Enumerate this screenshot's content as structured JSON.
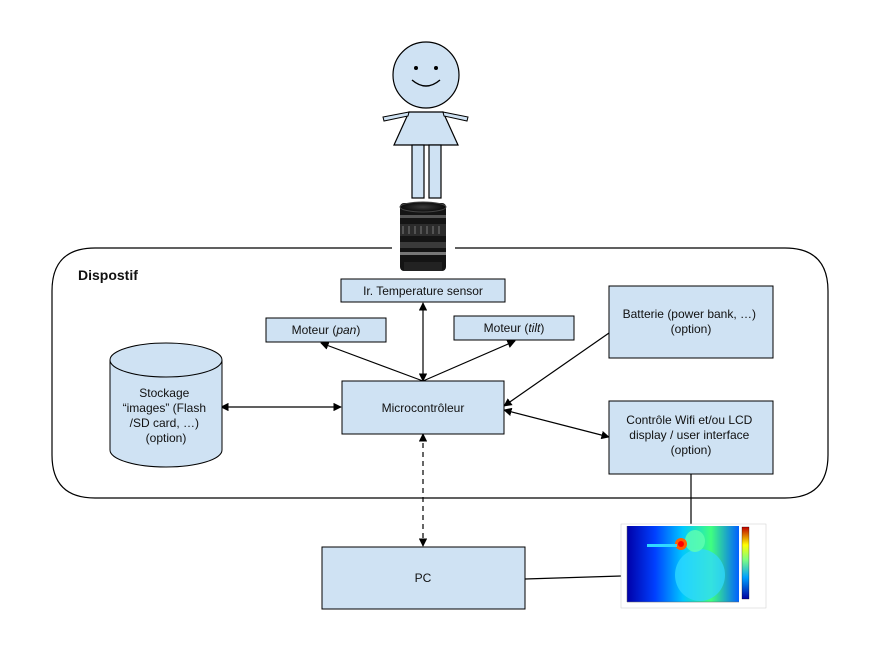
{
  "container_label": "Dispostif",
  "boxes": {
    "ir_sensor": "Ir. Temperature sensor",
    "moteur_pan": {
      "prefix": "Moteur (",
      "italic": "pan",
      "suffix": ")"
    },
    "moteur_tilt": {
      "prefix": "Moteur (",
      "italic": "tilt",
      "suffix": ")"
    },
    "batterie": [
      "Batterie (power bank, …)",
      "(option)"
    ],
    "microcontroleur": "Microcontrôleur",
    "stockage": [
      "Stockage",
      "“images” (Flash",
      "/SD card, …)",
      "(option)"
    ],
    "wifi": [
      "Contrôle Wifi et/ou LCD",
      "display / user interface",
      "(option)"
    ],
    "pc": "PC"
  },
  "colors": {
    "box_fill": "#cfe2f3",
    "stroke": "#000000",
    "person_fill": "#cfe2f3"
  },
  "icons": {
    "person": "person-icon",
    "camera_lens": "camera-lens-icon",
    "thermal_image": "thermal-image-icon"
  }
}
